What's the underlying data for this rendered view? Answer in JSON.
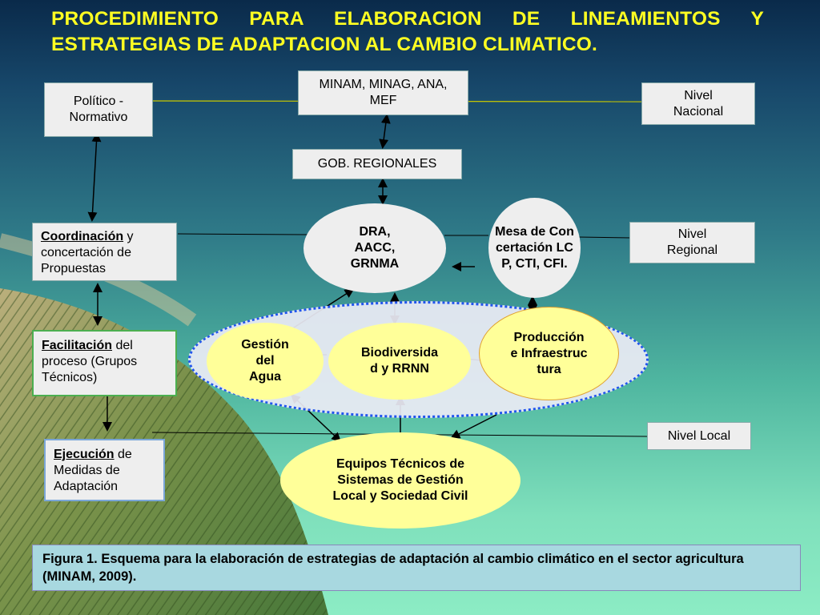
{
  "title": "PROCEDIMIENTO PARA ELABORACION DE LINEAMIENTOS Y ESTRATEGIAS DE ADAPTACION AL CAMBIO CLIMATICO.",
  "nodes": {
    "politico": "Político - Normativo",
    "minam": "MINAM, MINAG, ANA, MEF",
    "nivel_nacional": "Nivel Nacional",
    "gob_regionales": "GOB. REGIONALES",
    "coordinacion_bold": "Coordinación",
    "coordinacion_rest": " y concertación de Propuestas",
    "dra": "DRA, AACC, GRNMA",
    "mesa": "Mesa de Concertación LCP, CTI, CFI.",
    "nivel_regional": "Nivel Regional",
    "facilitacion_bold": "Facilitación",
    "facilitacion_rest": " del proceso (Grupos Técnicos)",
    "gestion_agua": "Gestión del Agua",
    "biodiversidad": "Biodiversidad y RRNN",
    "produccion": "Producción e Infraestructura",
    "nivel_local": "Nivel Local",
    "ejecucion_bold": "Ejecución",
    "ejecucion_rest": " de Medidas de Adaptación",
    "equipos": "Equipos Técnicos de Sistemas de Gestión Local y Sociedad Civil"
  },
  "caption": "Figura 1. Esquema para la elaboración de estrategias de adaptación al cambio climático en el sector agricultura (MINAM, 2009).",
  "colors": {
    "title": "#ffff22",
    "box_fill": "#eeeeee",
    "ellipse_fill": "#ffff99",
    "dra_fill": "#eeeeee",
    "dotted_border": "#2255ee",
    "caption_fill": "#a8d8e0"
  }
}
